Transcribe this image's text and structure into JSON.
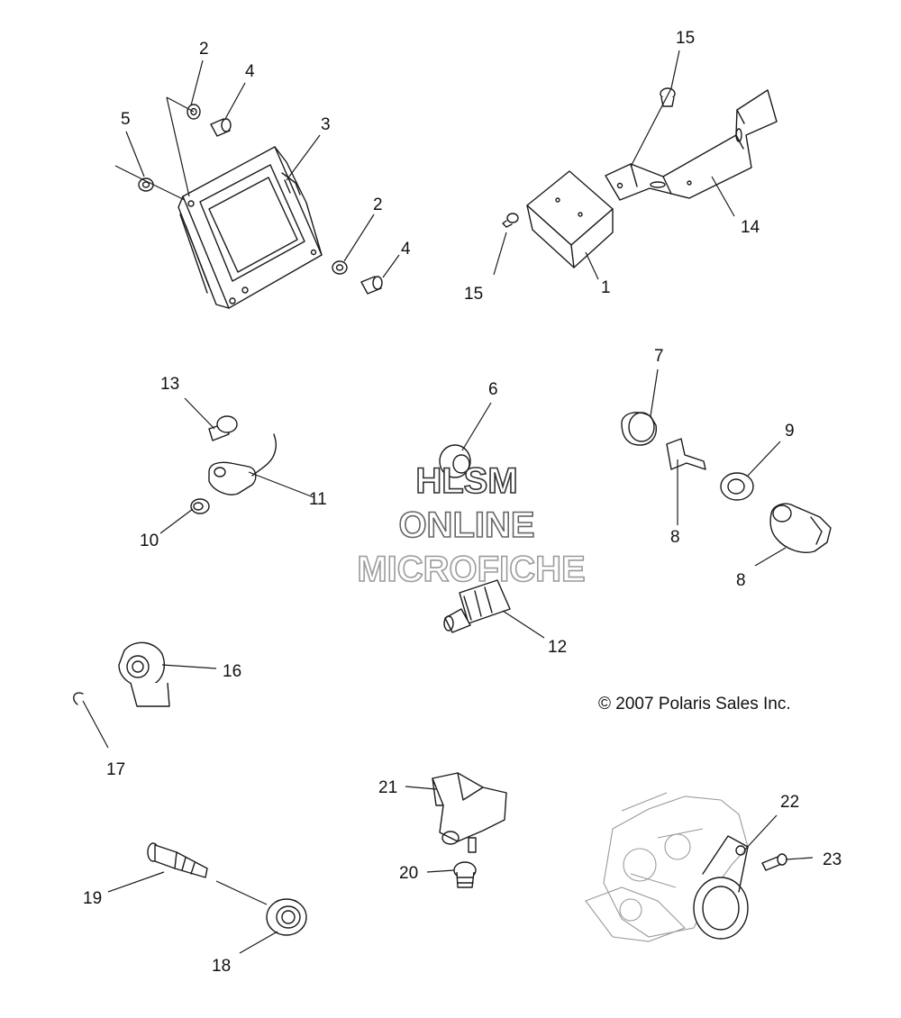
{
  "copyright": "© 2007 Polaris Sales Inc.",
  "watermark": {
    "line1": "HLSM",
    "line2": "ONLINE",
    "line3": "MICROFICHE",
    "color1": "#333333",
    "color2": "#666666",
    "color3": "#9b9b9b"
  },
  "labels": {
    "c1": "1",
    "c2a": "2",
    "c2b": "2",
    "c3": "3",
    "c4a": "4",
    "c4b": "4",
    "c5": "5",
    "c6": "6",
    "c7": "7",
    "c8a": "8",
    "c8b": "8",
    "c9": "9",
    "c10": "10",
    "c11": "11",
    "c12": "12",
    "c13": "13",
    "c14": "14",
    "c15a": "15",
    "c15b": "15",
    "c16": "16",
    "c17": "17",
    "c18": "18",
    "c19": "19",
    "c20": "20",
    "c21": "21",
    "c22": "22",
    "c23": "23"
  }
}
